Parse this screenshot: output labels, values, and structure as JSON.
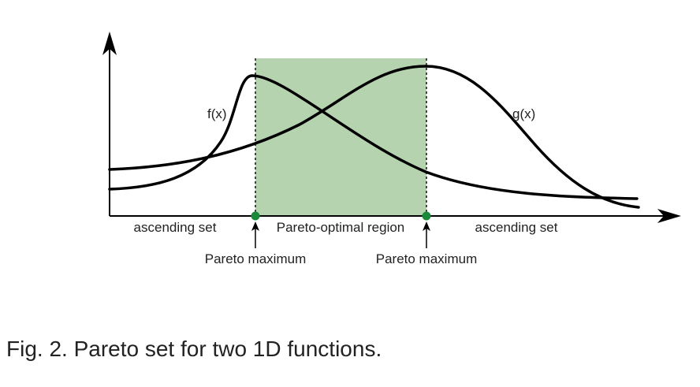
{
  "diagram": {
    "curves": {
      "f_label": "f(x)",
      "g_label": "g(x)"
    },
    "regions": {
      "left_label": "ascending set",
      "middle_label": "Pareto-optimal region",
      "right_label": "ascending set"
    },
    "markers": {
      "left_label": "Pareto maximum",
      "right_label": "Pareto maximum"
    },
    "colors": {
      "region_fill": "#b6d3b0",
      "marker": "#1a8a3a",
      "curve": "#000000"
    }
  },
  "caption": {
    "text": "Fig. 2. Pareto set for two 1D functions."
  }
}
